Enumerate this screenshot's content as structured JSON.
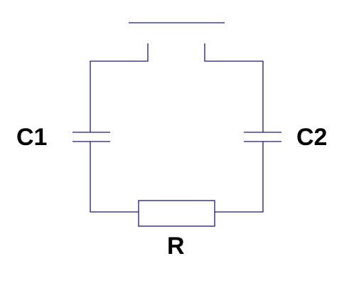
{
  "diagram": {
    "components": {
      "c1": {
        "label": "C1",
        "type": "capacitor"
      },
      "c2": {
        "label": "C2",
        "type": "capacitor"
      },
      "r": {
        "label": "R",
        "type": "resistor"
      },
      "switch": {
        "type": "switch",
        "state": "open"
      }
    },
    "colors": {
      "wire": "#1a1a7a",
      "text": "#000000",
      "background": "#ffffff"
    }
  }
}
